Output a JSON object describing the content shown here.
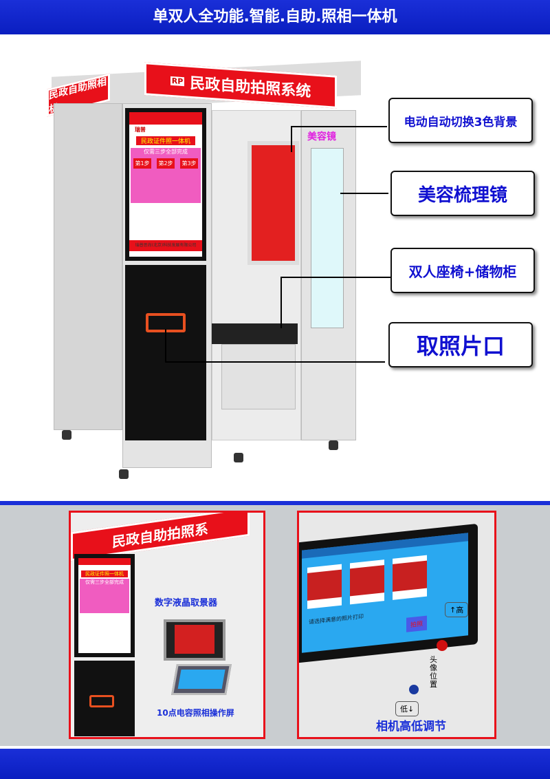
{
  "header": {
    "title": "单双人全功能.智能.自助.照相一体机"
  },
  "booth": {
    "top_sign": "民政自助拍照系统",
    "side_sign": "民政自助照相机",
    "brand_logo": "RP",
    "brand_name": "瑞普",
    "mirror_label": "美容镜",
    "screen": {
      "title": "民政证件照一体机",
      "steps_heading": "仅需三步全部完成",
      "steps": [
        "第1步",
        "第2步",
        "第3步"
      ],
      "footer": "瑞普思尚(北京)科技发展有限公司"
    }
  },
  "callouts": {
    "background": "电动自动切换3色背景",
    "mirror": "美容梳理镜",
    "seat": "双人座椅+储物柜",
    "photo_slot": "取照片口"
  },
  "bottom_left": {
    "sign": "民政自助拍照系",
    "screen_title": "民政证件照一体机",
    "steps_heading": "仅需三步全部完成",
    "viewfinder_label": "数字液晶取景器",
    "touch_label": "10点电容照相操作屏"
  },
  "bottom_right": {
    "prompt": "请选择满意的照片打印",
    "button": "拍照",
    "up": "↑高",
    "position": "头像位置",
    "down": "低↓",
    "caption": "相机高低调节"
  },
  "colors": {
    "accent_blue": "#1a2fd8",
    "sign_red": "#e8101a"
  }
}
